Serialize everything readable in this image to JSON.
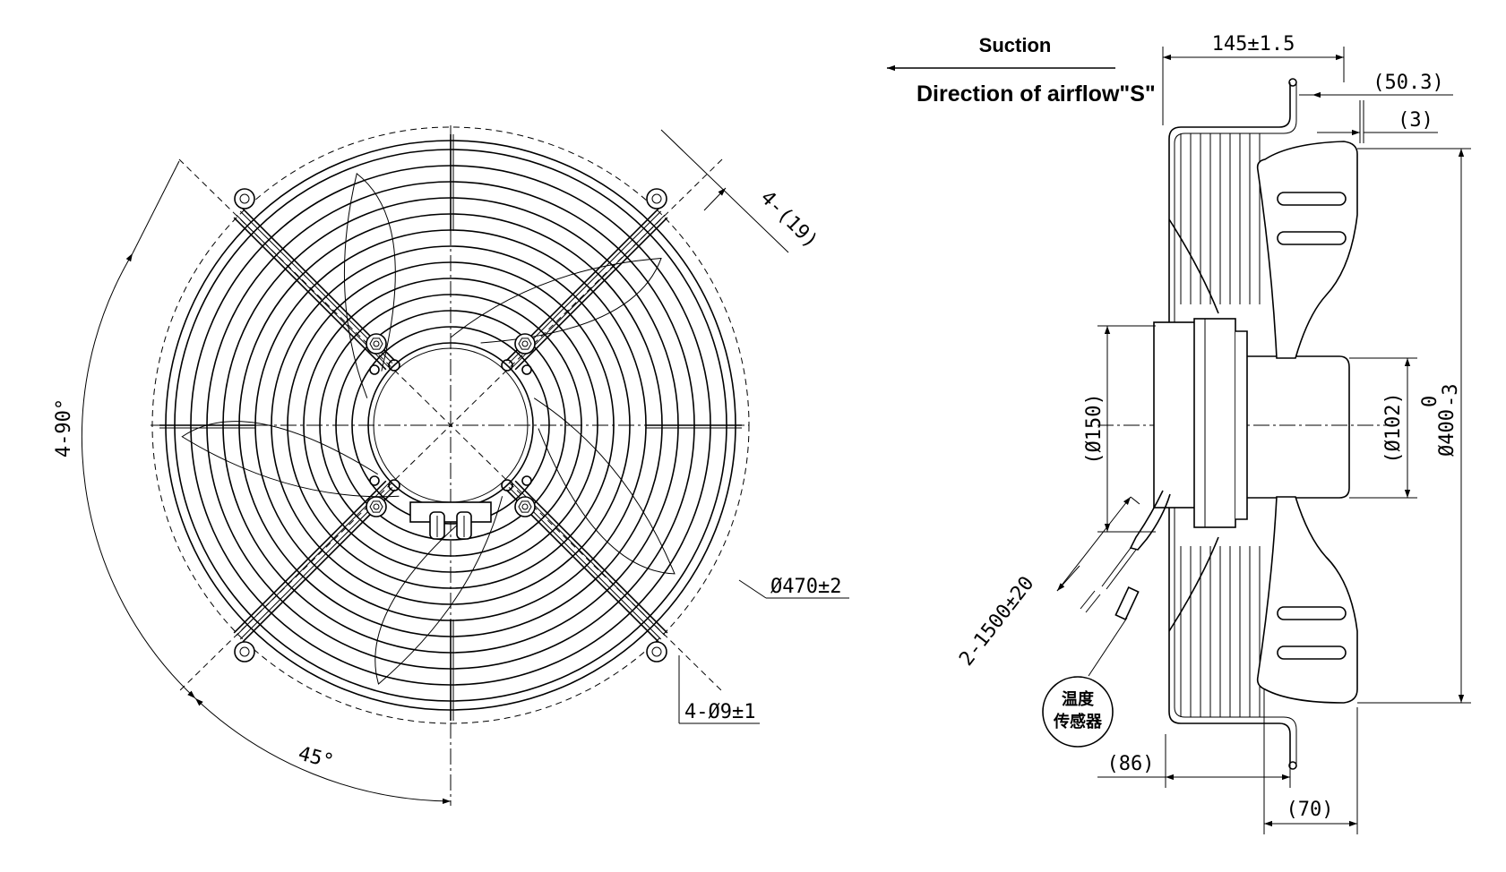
{
  "front_view": {
    "angle_spacing": "4-90°",
    "angle_offset": "45°",
    "slot_width": "4-(19)",
    "guard_diameter": "Ø470±2",
    "mounting_holes": "4-Ø9±1"
  },
  "side_view": {
    "suction_label": "Suction",
    "airflow_label": "Direction of airflow\"S\"",
    "overall_depth": "145±1.5",
    "flange_offset": "(50.3)",
    "flange_thickness": "(3)",
    "motor_diameter": "(Ø150)",
    "hub_diameter": "(Ø102)",
    "impeller_diameter_base": "Ø400",
    "impeller_tol_upper": "0",
    "impeller_tol_lower": "-3",
    "lead_length": "2-1500±20",
    "sensor_label_line1": "温度",
    "sensor_label_line2": "传感器",
    "guard_depth": "(86)",
    "blade_depth": "(70)"
  }
}
